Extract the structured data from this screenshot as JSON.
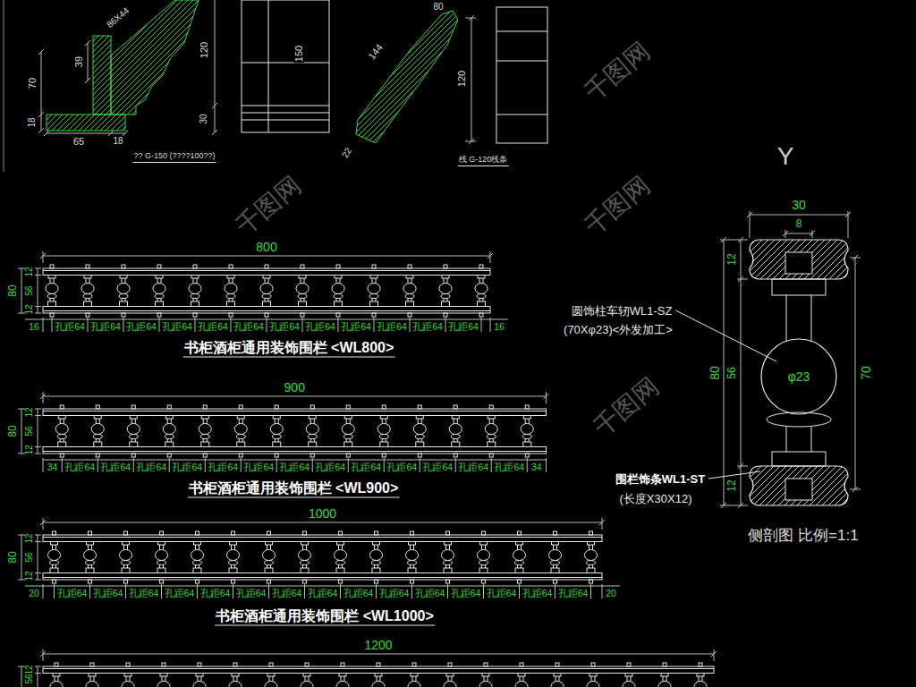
{
  "diagram": {
    "labels": [
      "86X44",
      "70",
      "39",
      "18",
      "65",
      "18",
      "120",
      "30",
      "150",
      "?? G-150 (????100??)",
      "80",
      "144",
      "120",
      "22",
      "线 G-120线条",
      "Y",
      "千图网",
      "千图网",
      "千图网",
      "千图网",
      "800",
      "80",
      "12",
      "56",
      "12",
      "16",
      "孔距64",
      "孔距64",
      "孔距64",
      "孔距64",
      "孔距64",
      "孔距64",
      "孔距64",
      "孔距64",
      "孔距64",
      "孔距64",
      "孔距64",
      "孔距64",
      "16",
      "书柜酒柜通用装饰围栏 <WL800>",
      "900",
      "80",
      "12",
      "56",
      "12",
      "34",
      "孔距64",
      "孔距64",
      "孔距64",
      "孔距64",
      "孔距64",
      "孔距64",
      "孔距64",
      "孔距64",
      "孔距64",
      "孔距64",
      "孔距64",
      "孔距64",
      "孔距64",
      "34",
      "书柜酒柜通用装饰围栏 <WL900>",
      "1000",
      "80",
      "12",
      "56",
      "12",
      "20",
      "孔距64",
      "孔距64",
      "孔距64",
      "孔距64",
      "孔距64",
      "孔距64",
      "孔距64",
      "孔距64",
      "孔距64",
      "孔距64",
      "孔距64",
      "孔距64",
      "孔距64",
      "孔距64",
      "孔距64",
      "20",
      "书柜酒柜通用装饰围栏 <WL1000>",
      "1200",
      "12",
      "56",
      "30",
      "8",
      "80",
      "12",
      "56",
      "12",
      "70",
      "φ23",
      "圆饰柱车轫WL1-SZ",
      "(70Xφ23)<外发加工>",
      "围栏饰条WL1-ST",
      "(长度X30X12)",
      "侧剖图 比例=1:1"
    ]
  }
}
